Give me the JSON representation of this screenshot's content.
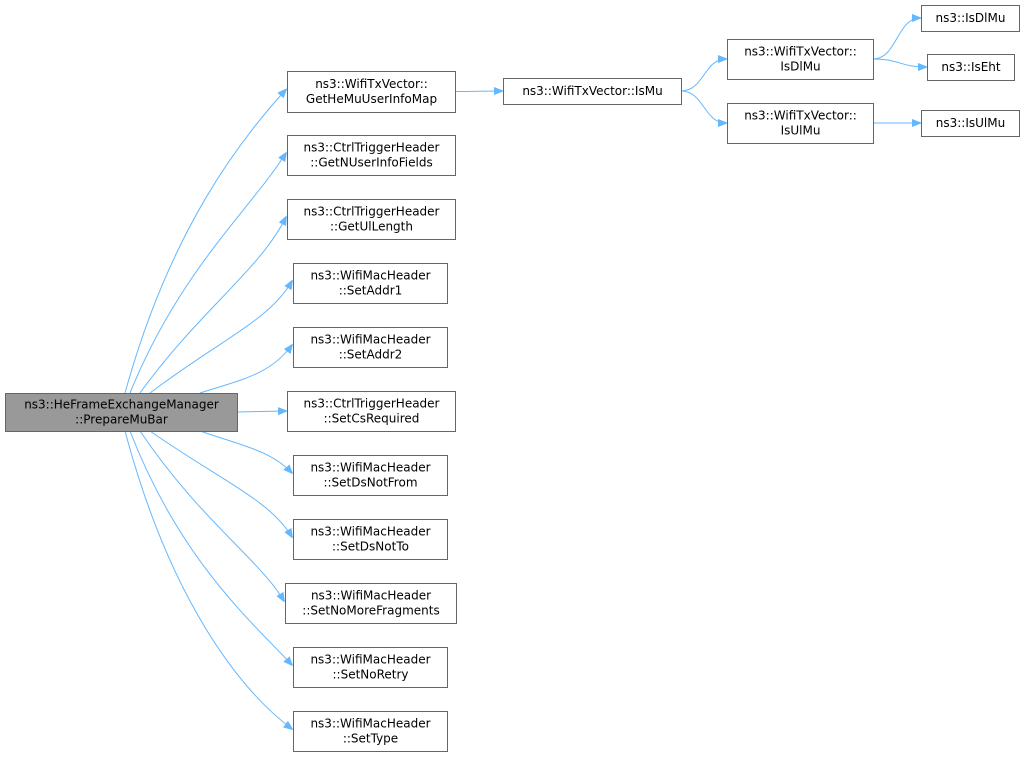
{
  "diagram": {
    "nodes": [
      {
        "id": "root",
        "lines": [
          "ns3::HeFrameExchangeManager",
          "::PrepareMuBar"
        ],
        "root": true
      },
      {
        "id": "getHeMuUserInfoMap",
        "lines": [
          "ns3::WifiTxVector::",
          "GetHeMuUserInfoMap"
        ]
      },
      {
        "id": "getNUserInfoFields",
        "lines": [
          "ns3::CtrlTriggerHeader",
          "::GetNUserInfoFields"
        ]
      },
      {
        "id": "getUlLength",
        "lines": [
          "ns3::CtrlTriggerHeader",
          "::GetUlLength"
        ]
      },
      {
        "id": "setAddr1",
        "lines": [
          "ns3::WifiMacHeader",
          "::SetAddr1"
        ]
      },
      {
        "id": "setAddr2",
        "lines": [
          "ns3::WifiMacHeader",
          "::SetAddr2"
        ]
      },
      {
        "id": "setCsRequired",
        "lines": [
          "ns3::CtrlTriggerHeader",
          "::SetCsRequired"
        ]
      },
      {
        "id": "setDsNotFrom",
        "lines": [
          "ns3::WifiMacHeader",
          "::SetDsNotFrom"
        ]
      },
      {
        "id": "setDsNotTo",
        "lines": [
          "ns3::WifiMacHeader",
          "::SetDsNotTo"
        ]
      },
      {
        "id": "setNoMoreFragments",
        "lines": [
          "ns3::WifiMacHeader",
          "::SetNoMoreFragments"
        ]
      },
      {
        "id": "setNoRetry",
        "lines": [
          "ns3::WifiMacHeader",
          "::SetNoRetry"
        ]
      },
      {
        "id": "setType",
        "lines": [
          "ns3::WifiMacHeader",
          "::SetType"
        ]
      },
      {
        "id": "isMu",
        "lines": [
          "ns3::WifiTxVector::IsMu"
        ]
      },
      {
        "id": "txIsDlMu",
        "lines": [
          "ns3::WifiTxVector::",
          "IsDlMu"
        ]
      },
      {
        "id": "txIsUlMu",
        "lines": [
          "ns3::WifiTxVector::",
          "IsUlMu"
        ]
      },
      {
        "id": "isDlMu",
        "lines": [
          "ns3::IsDlMu"
        ]
      },
      {
        "id": "isEht",
        "lines": [
          "ns3::IsEht"
        ]
      },
      {
        "id": "isUlMu",
        "lines": [
          "ns3::IsUlMu"
        ]
      }
    ],
    "edges": [
      {
        "from": "root",
        "to": "getHeMuUserInfoMap"
      },
      {
        "from": "root",
        "to": "getNUserInfoFields"
      },
      {
        "from": "root",
        "to": "getUlLength"
      },
      {
        "from": "root",
        "to": "setAddr1"
      },
      {
        "from": "root",
        "to": "setAddr2"
      },
      {
        "from": "root",
        "to": "setCsRequired"
      },
      {
        "from": "root",
        "to": "setDsNotFrom"
      },
      {
        "from": "root",
        "to": "setDsNotTo"
      },
      {
        "from": "root",
        "to": "setNoMoreFragments"
      },
      {
        "from": "root",
        "to": "setNoRetry"
      },
      {
        "from": "root",
        "to": "setType"
      },
      {
        "from": "getHeMuUserInfoMap",
        "to": "isMu"
      },
      {
        "from": "isMu",
        "to": "txIsDlMu"
      },
      {
        "from": "isMu",
        "to": "txIsUlMu"
      },
      {
        "from": "txIsDlMu",
        "to": "isDlMu"
      },
      {
        "from": "txIsDlMu",
        "to": "isEht"
      },
      {
        "from": "txIsUlMu",
        "to": "isUlMu"
      }
    ],
    "colors": {
      "edge": "#63b8ff",
      "node_border": "#666666",
      "root_fill": "#999999",
      "node_fill": "#ffffff"
    }
  }
}
